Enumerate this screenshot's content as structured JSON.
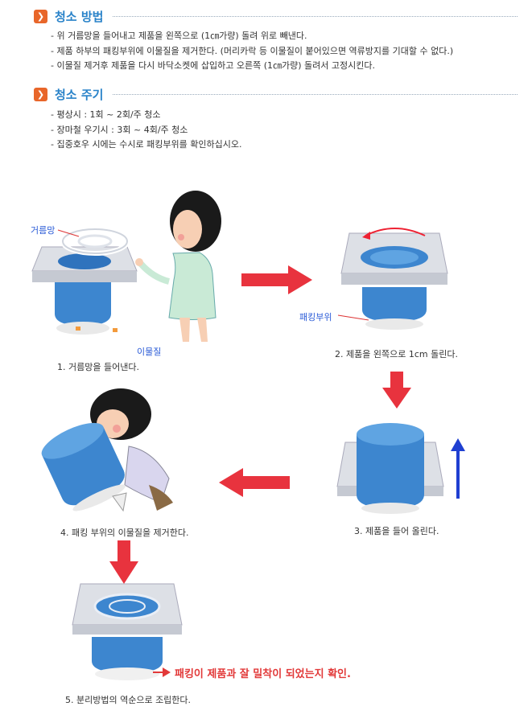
{
  "sections": [
    {
      "title": "청소 방법",
      "items": [
        "- 위 거름망을 들어내고 제품을 왼쪽으로 (1㎝가량) 돌려 위로 빼낸다.",
        "- 제품 하부의 패킹부위에 이물질을 제거한다.  (머리카락 등 이물질이 붙어있으면 역류방지를 기대할 수  없다.)",
        "- 이물질 제거후 제품을 다시 바닥소켓에 삽입하고 오른쪽  (1㎝가량) 돌려서 고정시킨다."
      ]
    },
    {
      "title": "청소 주기",
      "items": [
        "- 평상시 : 1회 ~ 2회/주 청소",
        "- 장마철 우기시 : 3회 ~ 4회/주 청소",
        "- 집중호우 시에는 수시로 패킹부위를 확인하십시오."
      ]
    }
  ],
  "diagram": {
    "labels": {
      "strainer": "거름망",
      "foreign_matter": "이물질",
      "packing": "패킹부위"
    },
    "steps": [
      "1. 거름망을 들어낸다.",
      "2. 제품을 왼쪽으로 1cm 돌린다.",
      "3. 제품을 들어 올린다.",
      "4. 패킹 부위의 이물질을 제거한다.",
      "5. 분리방법의 역순으로 조립한다."
    ],
    "confirm_text": "패킹이 제품과 잘 밀착이 되었는지 확인."
  },
  "colors": {
    "accent_blue": "#2a83c9",
    "icon_orange": "#e8662a",
    "arrow_red": "#e8333e",
    "arrow_blue": "#1f3fd1"
  }
}
